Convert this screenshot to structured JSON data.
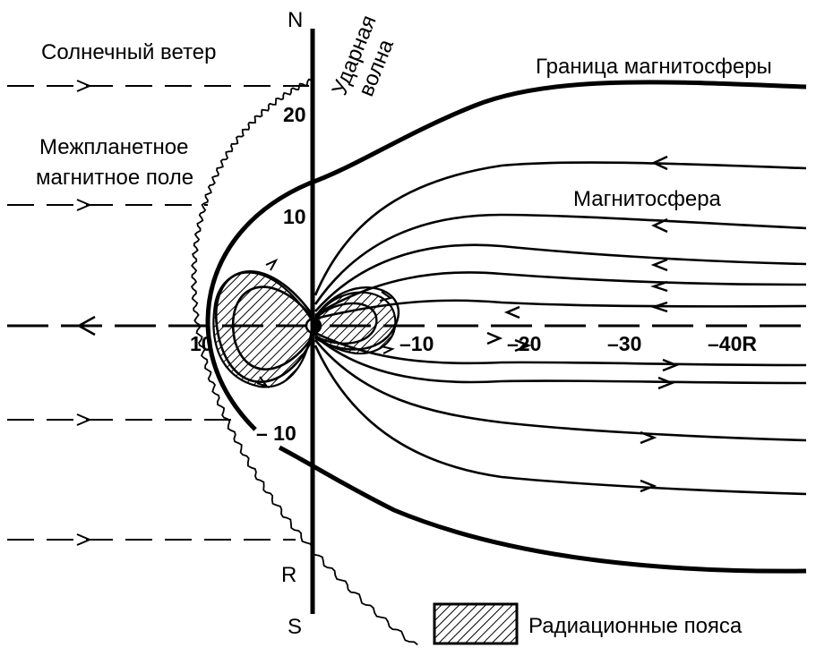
{
  "labels": {
    "solar_wind": "Солнечный ветер",
    "imf_line1": "Межпланетное",
    "imf_line2": "магнитное поле",
    "shock_line1": "Ударная",
    "shock_line2": "волна",
    "magnetopause": "Граница магнитосферы",
    "magnetosphere": "Магнитосфера",
    "legend": "Радиационные пояса"
  },
  "axis": {
    "north": "N",
    "south": "S",
    "r": "R",
    "ticks": {
      "y_pos_20": "20",
      "y_pos_10": "10",
      "y_neg_10": "– 10",
      "x_pos_10": "10",
      "x_neg_10": "–10",
      "x_neg_20": "–20",
      "x_neg_30": "–30",
      "x_neg_40": "–40R"
    }
  },
  "colors": {
    "ink": "#000000",
    "paper": "#ffffff"
  }
}
